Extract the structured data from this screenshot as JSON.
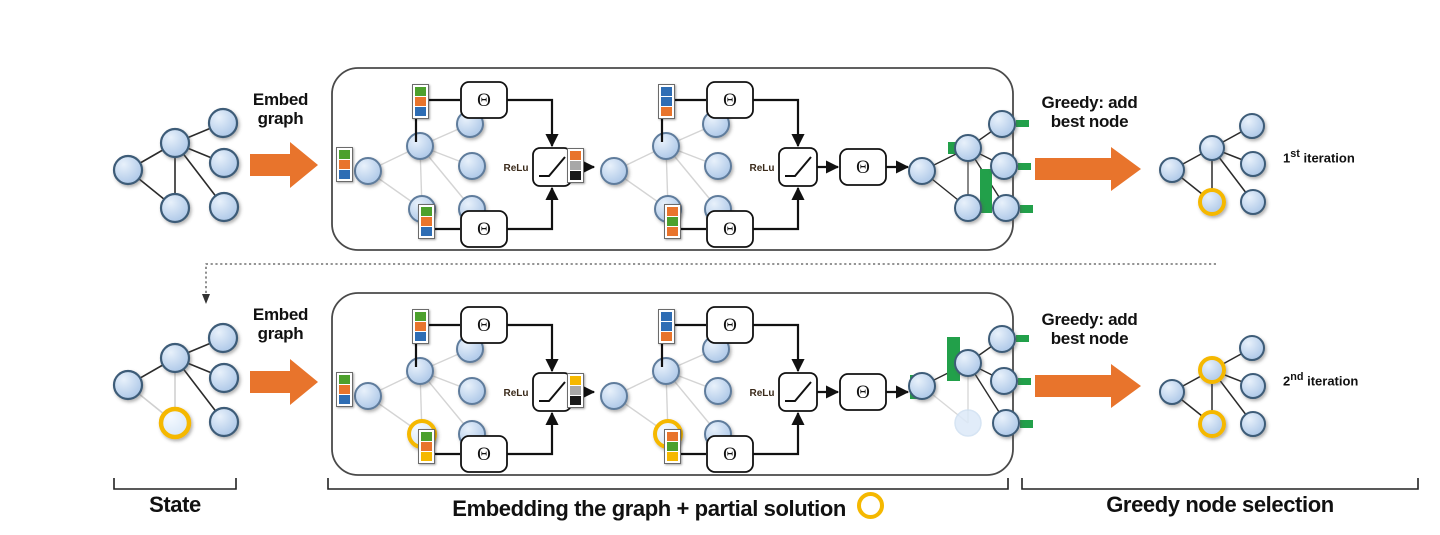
{
  "figure": {
    "title_absent": true,
    "accent_orange": "#E8742C",
    "node_fill": "#AFC8E8",
    "node_stroke": "#3E5C78",
    "selected_ring": "#F5B800",
    "green_bar": "#22A04A",
    "vector_colors": {
      "green": "#4CA02C",
      "orange": "#E8742C",
      "blue": "#2E6DB4",
      "yellow": "#F5B800",
      "gray": "#A8A8A8",
      "black": "#1A1A1A"
    }
  },
  "rows": [
    {
      "id": "row-1",
      "embed_label": "Embed\ngraph",
      "embed_label_line1": "Embed",
      "embed_label_line2": "graph",
      "greedy_label_line1": "Greedy: add",
      "greedy_label_line2": "best node",
      "iteration_label": "1st iteration",
      "iteration_number": "1",
      "iteration_suffix": "st",
      "iteration_word": "iteration",
      "relu_label": "ReLu",
      "theta_label": "Θ",
      "input_vectors": [
        {
          "name": "node-input-vector-left",
          "cells": [
            "green",
            "orange",
            "blue"
          ]
        },
        {
          "name": "node-input-vector-top",
          "cells": [
            "green",
            "orange",
            "blue"
          ]
        },
        {
          "name": "node-input-vector-bottom",
          "cells": [
            "green",
            "orange",
            "blue"
          ]
        }
      ],
      "relu_out_vector": {
        "name": "relu-output-vector",
        "cells": [
          "orange",
          "gray",
          "black"
        ]
      },
      "stage2_vectors": [
        {
          "name": "stage2-vector-top",
          "cells": [
            "blue",
            "blue",
            "orange"
          ]
        },
        {
          "name": "stage2-vector-bottom",
          "cells": [
            "orange",
            "green",
            "orange"
          ]
        }
      ],
      "scores": [
        {
          "node": "left",
          "height": 10
        },
        {
          "node": "hub",
          "height": 12
        },
        {
          "node": "top-right",
          "height": 7
        },
        {
          "node": "mid-right",
          "height": 7
        },
        {
          "node": "bottom",
          "height": 44
        },
        {
          "node": "bottom-right",
          "height": 8
        }
      ],
      "state_selected_nodes": [],
      "result_selected_nodes": [
        "bottom"
      ],
      "result_faded_nodes": []
    },
    {
      "id": "row-2",
      "embed_label_line1": "Embed",
      "embed_label_line2": "graph",
      "greedy_label_line1": "Greedy: add",
      "greedy_label_line2": "best node",
      "iteration_label": "2nd iteration",
      "iteration_number": "2",
      "iteration_suffix": "nd",
      "iteration_word": "iteration",
      "relu_label": "ReLu",
      "theta_label": "Θ",
      "input_vectors": [
        {
          "name": "node-input-vector-left",
          "cells": [
            "green",
            "orange",
            "blue"
          ]
        },
        {
          "name": "node-input-vector-top",
          "cells": [
            "green",
            "orange",
            "blue"
          ]
        },
        {
          "name": "node-input-vector-bottom",
          "cells": [
            "green",
            "orange",
            "yellow"
          ]
        }
      ],
      "relu_out_vector": {
        "name": "relu-output-vector",
        "cells": [
          "yellow",
          "gray",
          "black"
        ]
      },
      "stage2_vectors": [
        {
          "name": "stage2-vector-top",
          "cells": [
            "blue",
            "blue",
            "orange"
          ]
        },
        {
          "name": "stage2-vector-bottom",
          "cells": [
            "orange",
            "green",
            "yellow"
          ]
        }
      ],
      "scores": [
        {
          "node": "left",
          "height": 24
        },
        {
          "node": "hub",
          "height": 44
        },
        {
          "node": "top-right",
          "height": 7
        },
        {
          "node": "mid-right",
          "height": 7
        },
        {
          "node": "bottom-right",
          "height": 8
        }
      ],
      "state_selected_nodes": [
        "bottom"
      ],
      "result_selected_nodes": [
        "hub",
        "bottom"
      ],
      "result_faded_nodes": []
    }
  ],
  "captions": [
    {
      "name": "caption-state",
      "text": "State",
      "has_circle": false
    },
    {
      "name": "caption-embedding",
      "text": "Embedding the graph + partial solution",
      "has_circle": true
    },
    {
      "name": "caption-greedy",
      "text": "Greedy node selection",
      "has_circle": false
    }
  ]
}
